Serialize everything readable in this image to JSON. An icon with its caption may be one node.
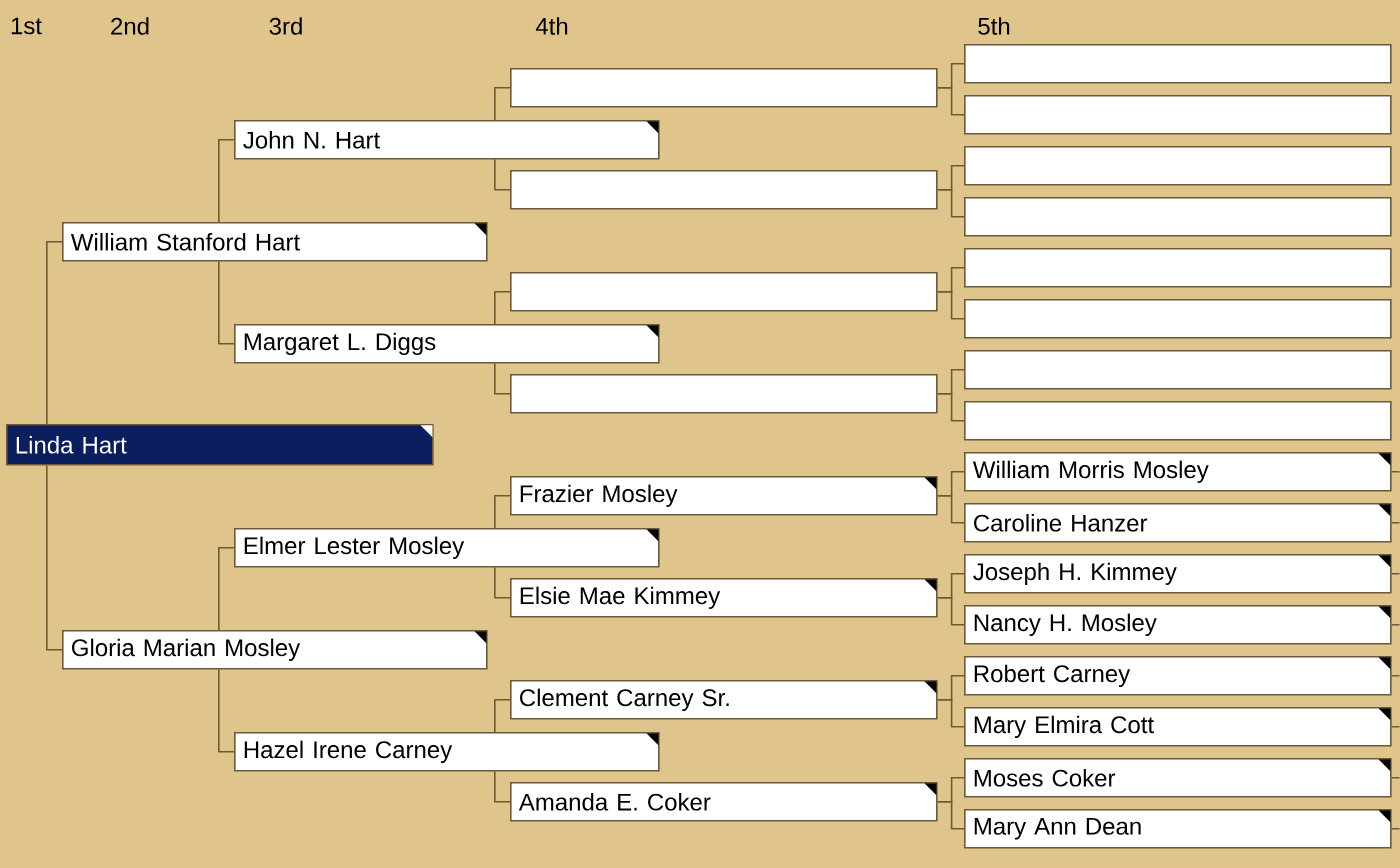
{
  "diagram": {
    "nodes": [
      {
        "text": [
          "Linda Hart"
        ]
      },
      {
        "text": [
          "William Stanford Hart"
        ]
      },
      {
        "text": [
          "Gloria Marian Mosley"
        ]
      },
      {
        "text": [
          "John N. Hart"
        ]
      },
      {
        "text": [
          "Margaret L. Diggs"
        ]
      },
      {
        "text": [
          "Elmer Lester Mosley"
        ]
      },
      {
        "text": [
          "Hazel Irene Carney"
        ]
      },
      {
        "text": [],
        "shape": "box"
      },
      {
        "text": [],
        "shape": "box"
      },
      {
        "text": [],
        "shape": "box"
      },
      {
        "text": [],
        "shape": "box"
      },
      {
        "text": [
          "Frazier Mosley"
        ]
      },
      {
        "text": [
          "Elsie Mae Kimmey"
        ]
      },
      {
        "text": [
          "Clement Carney Sr."
        ]
      },
      {
        "text": [
          "Amanda E. Coker"
        ]
      },
      {
        "text": [],
        "shape": "box"
      },
      {
        "text": [],
        "shape": "box"
      },
      {
        "text": [],
        "shape": "box"
      },
      {
        "text": [],
        "shape": "box"
      },
      {
        "text": [],
        "shape": "box"
      },
      {
        "text": [],
        "shape": "box"
      },
      {
        "text": [],
        "shape": "box"
      },
      {
        "text": [],
        "shape": "box"
      },
      {
        "text": [
          "William Morris Mosley"
        ]
      },
      {
        "text": [
          "Caroline Hanzer"
        ]
      },
      {
        "text": [
          "Joseph H. Kimmey"
        ]
      },
      {
        "text": [
          "Nancy H. Mosley"
        ]
      },
      {
        "text": [
          "Robert Carney"
        ]
      },
      {
        "text": [
          "Mary Elmira Cott"
        ]
      },
      {
        "text": [
          "Moses Coker"
        ]
      },
      {
        "text": [
          "Mary Ann Dean"
        ]
      }
    ],
    "edges": [
      {
        "from": 0,
        "to": 1,
        "arrow": "none"
      },
      {
        "from": 0,
        "to": 2,
        "arrow": "none"
      },
      {
        "from": 1,
        "to": 3,
        "arrow": "none"
      },
      {
        "from": 1,
        "to": 4,
        "arrow": "none"
      },
      {
        "from": 2,
        "to": 5,
        "arrow": "none"
      },
      {
        "from": 2,
        "to": 6,
        "arrow": "none"
      },
      {
        "from": 3,
        "to": 7,
        "arrow": "none"
      },
      {
        "from": 3,
        "to": 8,
        "arrow": "none"
      },
      {
        "from": 4,
        "to": 9,
        "arrow": "none"
      },
      {
        "from": 4,
        "to": 10,
        "arrow": "none"
      },
      {
        "from": 5,
        "to": 11,
        "arrow": "none"
      },
      {
        "from": 5,
        "to": 12,
        "arrow": "none"
      },
      {
        "from": 6,
        "to": 13,
        "arrow": "none"
      },
      {
        "from": 6,
        "to": 14,
        "arrow": "none"
      },
      {
        "from": 7,
        "to": 15,
        "arrow": "none"
      },
      {
        "from": 7,
        "to": 16,
        "arrow": "none"
      },
      {
        "from": 8,
        "to": 17,
        "arrow": "none"
      },
      {
        "from": 8,
        "to": 18,
        "arrow": "none"
      },
      {
        "from": 9,
        "to": 19,
        "arrow": "none"
      },
      {
        "from": 9,
        "to": 20,
        "arrow": "none"
      },
      {
        "from": 10,
        "to": 21,
        "arrow": "none"
      },
      {
        "from": 10,
        "to": 22,
        "arrow": "none"
      },
      {
        "from": 11,
        "to": 23,
        "arrow": "none"
      },
      {
        "from": 11,
        "to": 24,
        "arrow": "none"
      },
      {
        "from": 12,
        "to": 25,
        "arrow": "none"
      },
      {
        "from": 12,
        "to": 26,
        "arrow": "none"
      },
      {
        "from": 13,
        "to": 27,
        "arrow": "none"
      },
      {
        "from": 13,
        "to": 28,
        "arrow": "none"
      },
      {
        "from": 14,
        "to": 29,
        "arrow": "none"
      },
      {
        "from": 14,
        "to": 30,
        "arrow": "none"
      }
    ],
    "labels": [
      "1st",
      "2nd",
      "3rd",
      "4th",
      "5th"
    ]
  }
}
